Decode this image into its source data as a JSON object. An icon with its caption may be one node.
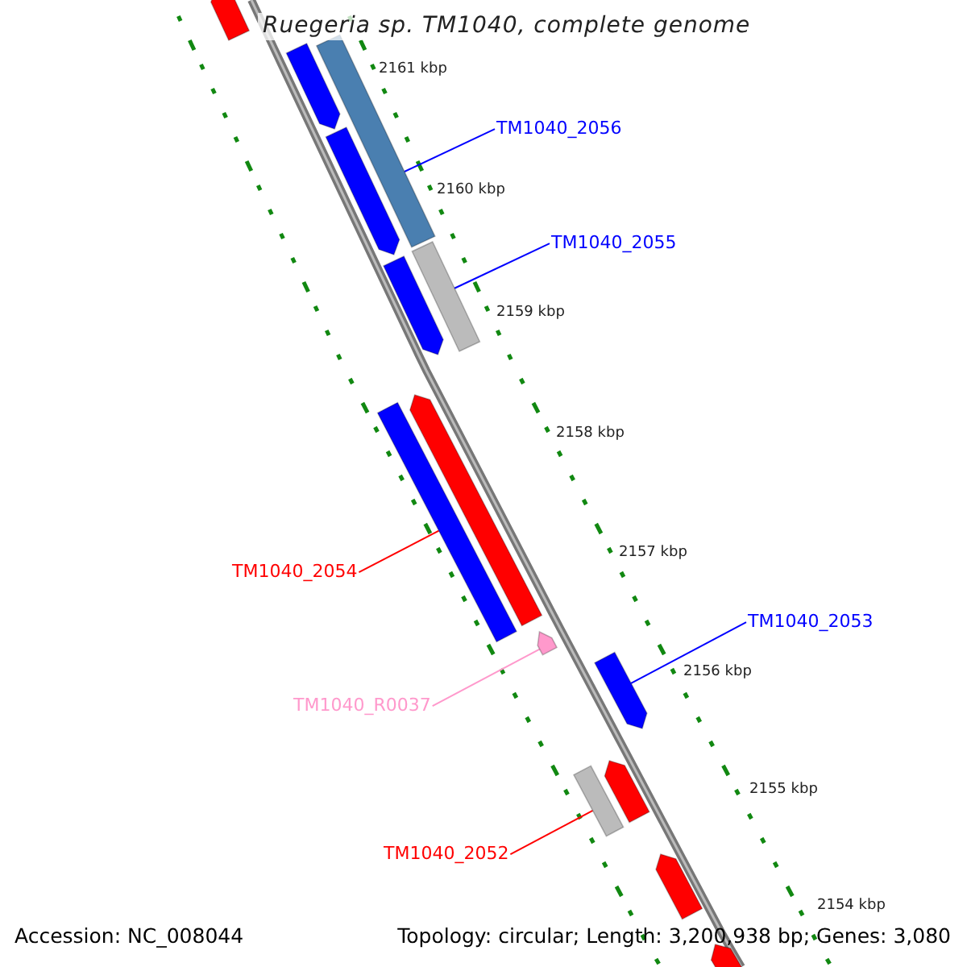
{
  "diagram": {
    "title": "Ruegeria sp. TM1040, complete genome",
    "nodes": [
      {
        "text": [
          "TM1040_2056"
        ]
      },
      {
        "text": [],
        "shape": "bar"
      },
      {
        "text": [
          "TM1040_2055"
        ]
      },
      {
        "text": [],
        "shape": "bar"
      },
      {
        "text": [
          "TM1040_2054"
        ]
      },
      {
        "text": [],
        "shape": "bar"
      },
      {
        "text": [
          "TM1040_R0037"
        ]
      },
      {
        "text": [],
        "shape": "arrow"
      },
      {
        "text": [
          "TM1040_2053"
        ]
      },
      {
        "text": [],
        "shape": "arrow"
      },
      {
        "text": [
          "TM1040_2052"
        ]
      },
      {
        "text": [],
        "shape": "bar"
      },
      {
        "text": [],
        "shape": "arrow"
      },
      {
        "text": [],
        "shape": "arrow"
      },
      {
        "text": [],
        "shape": "arrow"
      },
      {
        "text": [],
        "shape": "arrow"
      },
      {
        "text": [],
        "shape": "arrow"
      },
      {
        "text": [],
        "shape": "arrow"
      },
      {
        "text": [],
        "shape": "arrow"
      },
      {
        "text": [],
        "shape": "arrow"
      }
    ],
    "edges": [
      {
        "from": 0,
        "to": 1,
        "arrow": "none"
      },
      {
        "from": 2,
        "to": 3,
        "arrow": "none"
      },
      {
        "from": 4,
        "to": 5,
        "arrow": "none",
        "color": "#ff0000"
      },
      {
        "from": 6,
        "to": 7,
        "arrow": "none",
        "color": "#ff99cc"
      },
      {
        "from": 8,
        "to": 9,
        "arrow": "none"
      },
      {
        "from": 10,
        "to": 11,
        "arrow": "none",
        "color": "#ff0000"
      }
    ],
    "labels": [
      "2161 kbp",
      "2160 kbp",
      "2159 kbp",
      "2158 kbp",
      "2157 kbp",
      "2156 kbp",
      "2155 kbp",
      "2154 kbp",
      "Accession: NC_008044",
      "Topology: circular; Length: 3,200,938 bp; Genes: 3,080"
    ]
  }
}
